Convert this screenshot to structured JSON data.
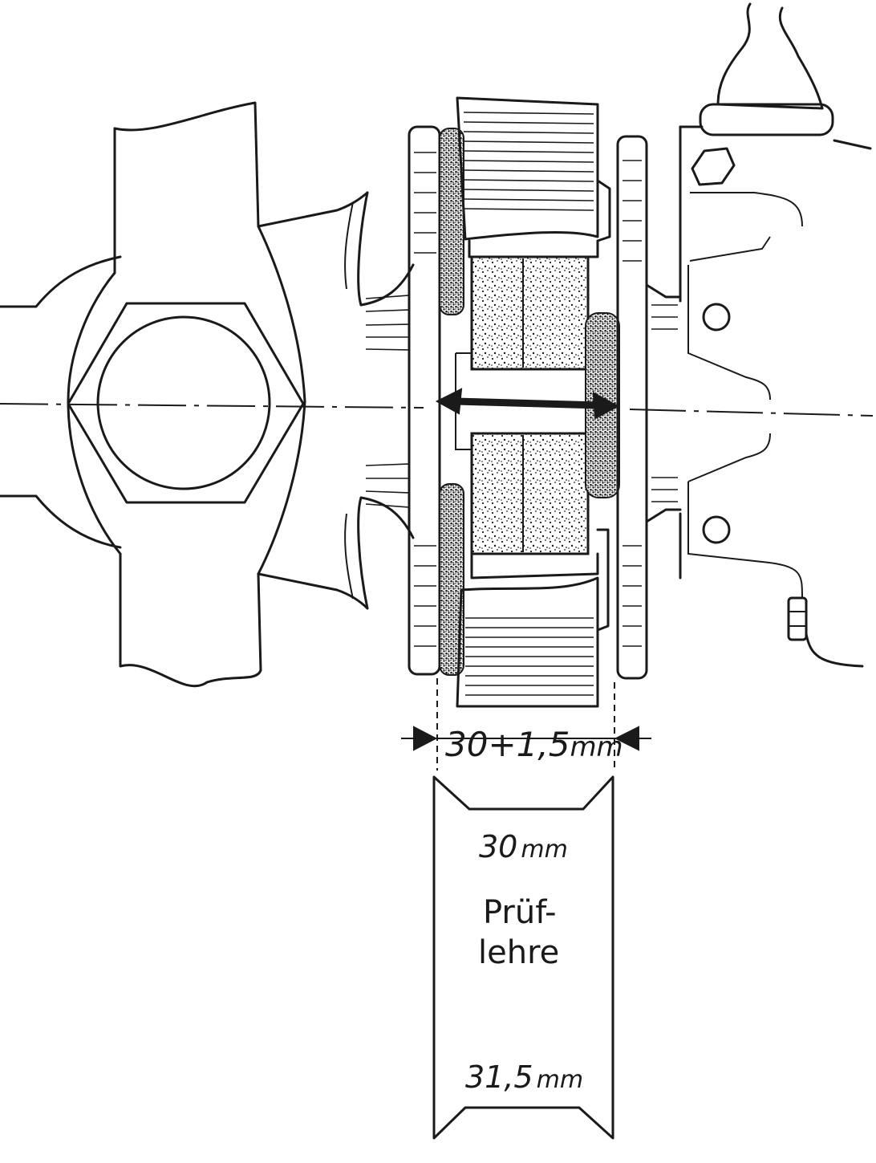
{
  "dimension": {
    "value": "30+1,5",
    "unit": "mm"
  },
  "gauge": {
    "top_value": "30",
    "top_unit": "mm",
    "label_line1": "Prüf-",
    "label_line2": "lehre",
    "bottom_value": "31,5",
    "bottom_unit": "mm"
  },
  "colors": {
    "ink": "#1a1a1a",
    "paper": "#ffffff"
  }
}
